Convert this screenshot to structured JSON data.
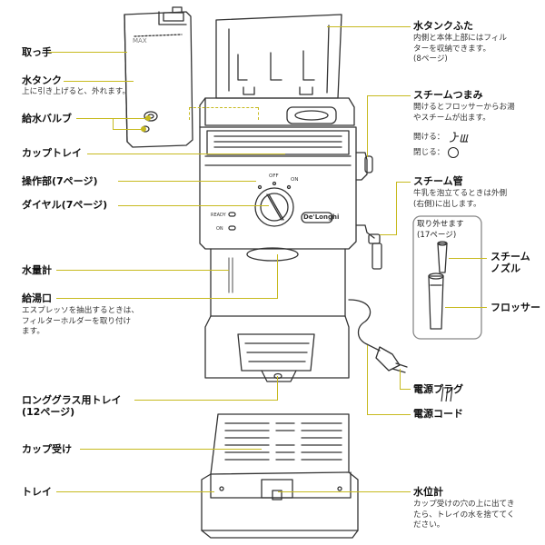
{
  "labels": {
    "handle": "取っ手",
    "water_tank": "水タンク",
    "water_tank_desc": "上に引き上げると、外れます。",
    "valve": "給水バルブ",
    "cup_tray": "カップトレイ",
    "control_panel": "操作部(7ページ)",
    "dial": "ダイヤル(7ページ)",
    "water_gauge": "水量計",
    "outlet": "給湯口",
    "outlet_desc": [
      "エスプレッソを抽出するときは、",
      "フィルターホルダーを取り付け",
      "ます。"
    ],
    "long_glass_tray": [
      "ロンググラス用トレイ",
      "(12ページ)"
    ],
    "cup_holder": "カップ受け",
    "tray": "トレイ",
    "tank_lid": "水タンクふた",
    "tank_lid_desc": [
      "内側と本体上部にはフィル",
      "ターを収納できます。",
      "(8ページ)"
    ],
    "steam_knob": "スチームつまみ",
    "steam_knob_desc": [
      "開けるとフロッサーからお湯",
      "やスチームが出ます。"
    ],
    "steam_open": "開ける：",
    "steam_close": "閉じる：",
    "steam_pipe": "スチーム管",
    "steam_pipe_desc": [
      "牛乳を泡立てるときは外側",
      "(右側)に出します。"
    ],
    "removable": [
      "取り外せます",
      "(17ページ)"
    ],
    "steam_nozzle": [
      "スチーム",
      "ノズル"
    ],
    "frother": "フロッサー",
    "power_plug": "電源プラグ",
    "power_cord": "電源コード",
    "water_level": "水位計",
    "water_level_desc": [
      "カップ受けの穴の上に出てき",
      "たら、トレイの水を捨ててく",
      "ださい。"
    ]
  },
  "device": {
    "tank_mark": "MAX",
    "off": "OFF",
    "on": "ON",
    "ready": "READY",
    "on_led": "ON",
    "brand": "De'Longhi"
  },
  "colors": {
    "leader": "#c7ba1f",
    "line": "#333333"
  }
}
